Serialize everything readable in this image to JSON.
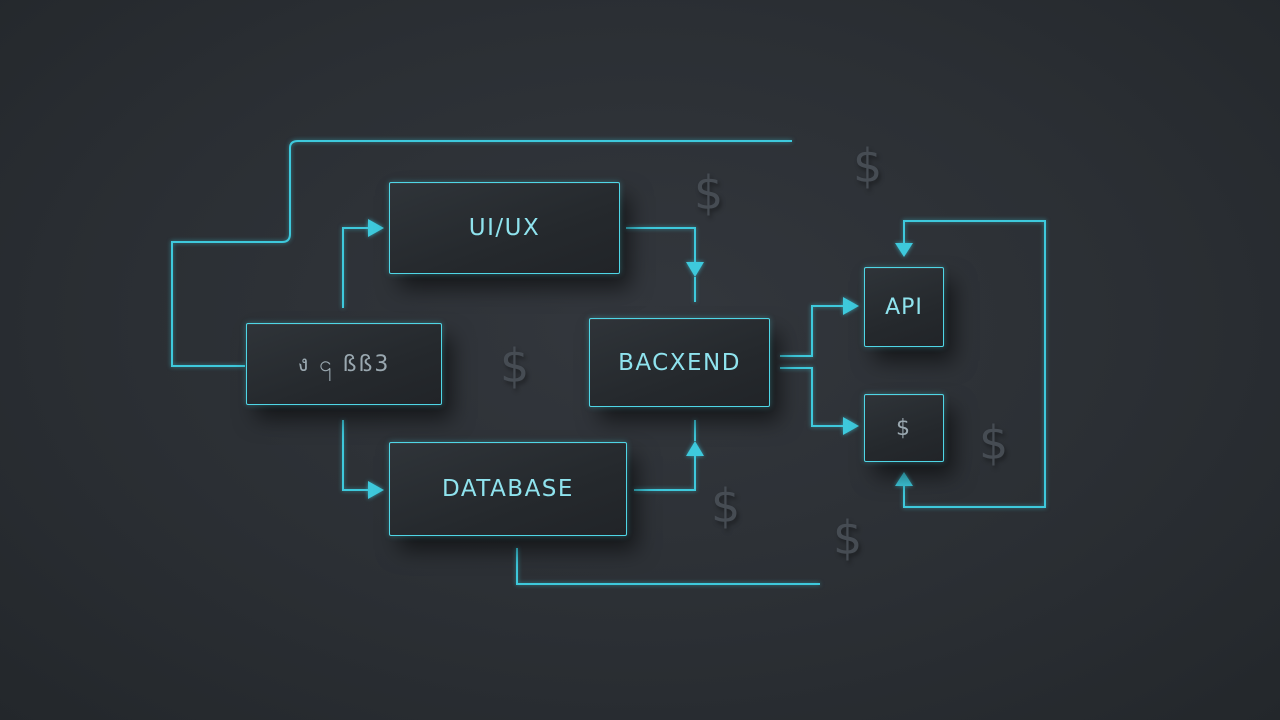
{
  "diagram": {
    "nodes": {
      "source": {
        "label": "ง ၎ ßß3"
      },
      "uiux": {
        "label": "UI/UX"
      },
      "database": {
        "label": "DATABASE"
      },
      "backend": {
        "label": "BACXEND"
      },
      "api": {
        "label": "API"
      },
      "payment": {
        "label": "$"
      }
    },
    "decorations": {
      "symbol": "$"
    },
    "colors": {
      "background": "#2b2f34",
      "accent": "#3ec9dc",
      "node_fill": "#2a2e33",
      "label": "#8fe3ee",
      "faded_symbol": "#464c53"
    }
  }
}
